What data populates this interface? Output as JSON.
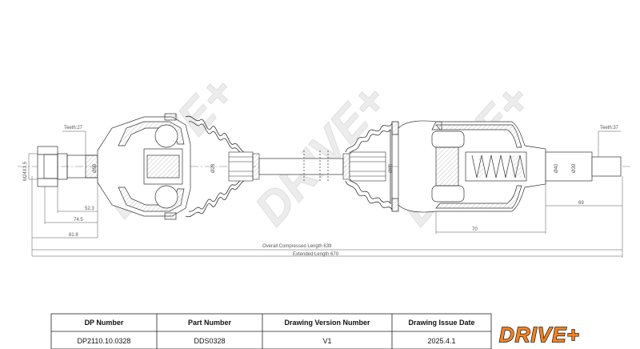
{
  "drawing": {
    "annotations": {
      "teeth_left": "Teeth:27",
      "teeth_right": "Teeth:37",
      "thread": "M24X1.5",
      "dia_left_joint": "Ø59",
      "dia_shaft_left": "Ø28",
      "dia_right_boot": "Ø89",
      "dia_right_1": "Ø40",
      "dia_right_2": "Ø39",
      "len_52": "52.3",
      "len_74": "74.5",
      "len_81": "81.8",
      "len_70": "70",
      "len_69": "69",
      "overall_compressed": "Overall Compressed Length 639",
      "extended": "Extended Length 670"
    },
    "watermark": "DRIVE+"
  },
  "title_block": {
    "headers": [
      "DP Number",
      "Part Number",
      "Drawing Version Number",
      "Drawing Issue Date"
    ],
    "values": [
      "DP2110.10.0328",
      "DDS0328",
      "V1",
      "2025.4.1"
    ],
    "logo": "DRIVE+",
    "colors": {
      "logo_orange": "#f58220",
      "logo_black": "#111111"
    }
  }
}
